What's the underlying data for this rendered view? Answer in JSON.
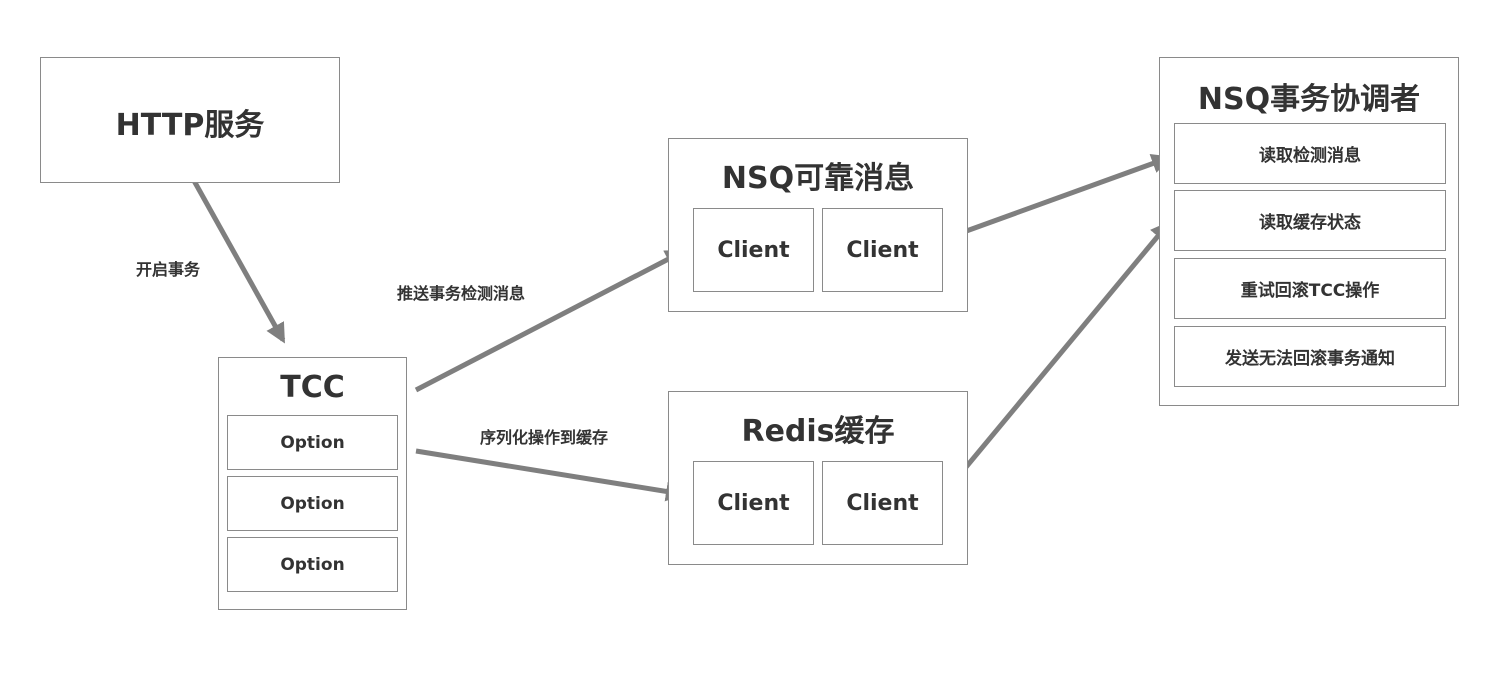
{
  "http_box": {
    "title": "HTTP服务"
  },
  "tcc_box": {
    "title": "TCC",
    "options": [
      "Option",
      "Option",
      "Option"
    ]
  },
  "nsq_box": {
    "title": "NSQ可靠消息",
    "clients": [
      "Client",
      "Client"
    ]
  },
  "redis_box": {
    "title": "Redis缓存",
    "clients": [
      "Client",
      "Client"
    ]
  },
  "coordinator_box": {
    "title": "NSQ事务协调者",
    "items": [
      "读取检测消息",
      "读取缓存状态",
      "重试回滚TCC操作",
      "发送无法回滚事务通知"
    ]
  },
  "edge_labels": {
    "start_tx": "开启事务",
    "push_check": "推送事务检测消息",
    "serialize_cache": "序列化操作到缓存"
  },
  "colors": {
    "arrow": "#7f7f7f",
    "border": "#8a8a8a",
    "text": "#333333"
  }
}
